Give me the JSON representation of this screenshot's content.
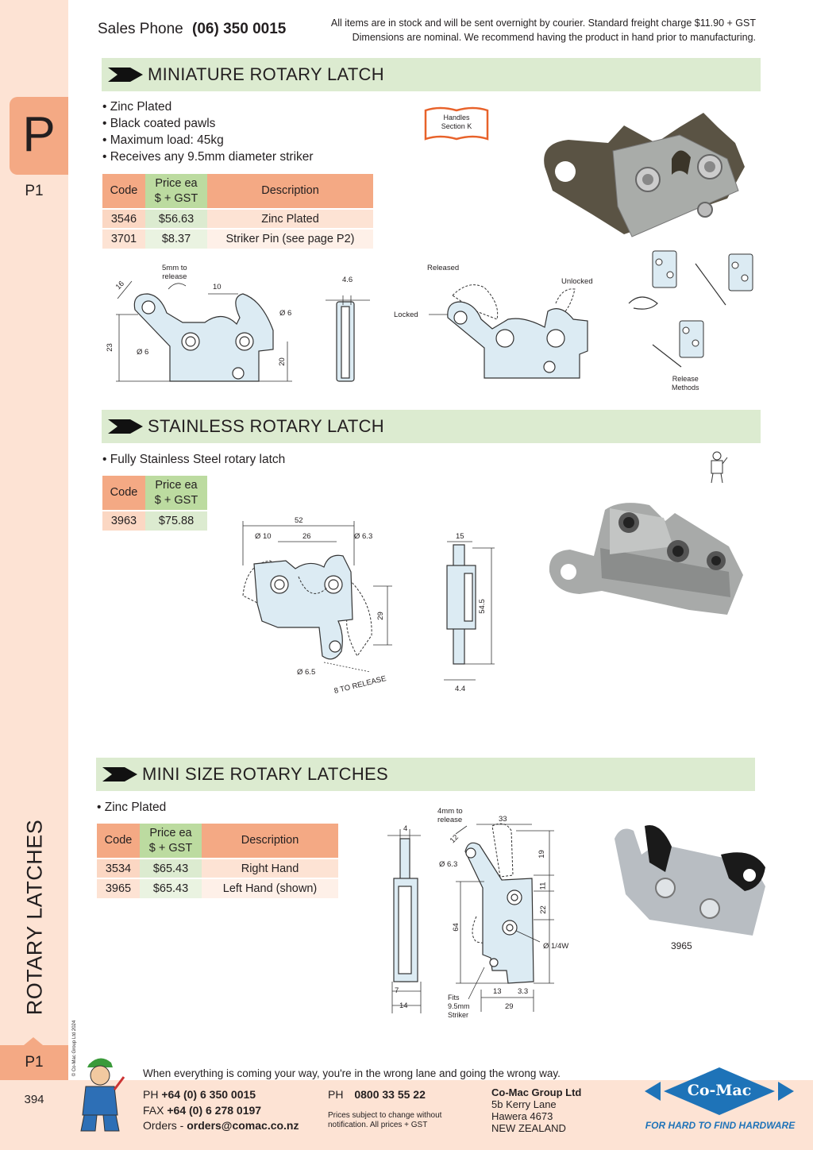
{
  "header": {
    "sales_phone_label": "Sales Phone",
    "sales_phone_number": "(06) 350 0015",
    "notice_line1": "All items are in stock and will be sent overnight by courier. Standard freight charge $11.90 + GST",
    "notice_line2": "Dimensions are nominal. We recommend having the product in hand prior to manufacturing."
  },
  "sidebar": {
    "tab_letter": "P",
    "section_code_top": "P1",
    "category": "ROTARY LATCHES",
    "section_code_bottom": "P1",
    "page_number": "394",
    "copyright": "© Co-Mac Group Ltd 2024"
  },
  "section1": {
    "title": "MINIATURE ROTARY LATCH",
    "bullets": [
      "• Zinc Plated",
      "• Black coated pawls",
      "• Maximum load: 45kg",
      "• Receives any 9.5mm diameter striker"
    ],
    "handles_badge_line1": "Handles",
    "handles_badge_line2": "Section K",
    "table": {
      "headers": {
        "code": "Code",
        "price_line1": "Price ea",
        "price_line2": "$ + GST",
        "description": "Description"
      },
      "rows": [
        {
          "code": "3546",
          "price": "$56.63",
          "description": "Zinc Plated"
        },
        {
          "code": "3701",
          "price": "$8.37",
          "description": "Striker Pin (see page P2)"
        }
      ]
    },
    "diagram_labels": {
      "release_note_line1": "5mm to",
      "release_note_line2": "release",
      "dim_16": "16",
      "dim_10": "10",
      "dim_4_6": "4.6",
      "dim_23": "23",
      "dim_20": "20",
      "dia_6_left": "Ø 6",
      "dia_6_right": "Ø 6",
      "released": "Released",
      "unlocked": "Unlocked",
      "locked": "Locked",
      "release_methods_line1": "Release",
      "release_methods_line2": "Methods"
    }
  },
  "section2": {
    "title": "STAINLESS ROTARY LATCH",
    "bullets": [
      "• Fully Stainless Steel rotary latch"
    ],
    "table": {
      "headers": {
        "code": "Code",
        "price_line1": "Price ea",
        "price_line2": "$ + GST"
      },
      "rows": [
        {
          "code": "3963",
          "price": "$75.88"
        }
      ]
    },
    "diagram_labels": {
      "dim_52": "52",
      "dia_10": "Ø 10",
      "dim_26": "26",
      "dia_6_3": "Ø 6.3",
      "dim_29": "29",
      "dia_6_5": "Ø 6.5",
      "release_note": "8 TO RELEASE",
      "dim_15": "15",
      "dim_54_5": "54.5",
      "dim_4_4": "4.4"
    }
  },
  "section3": {
    "title": "MINI SIZE ROTARY LATCHES",
    "bullets": [
      "• Zinc Plated"
    ],
    "table": {
      "headers": {
        "code": "Code",
        "price_line1": "Price ea",
        "price_line2": "$ + GST",
        "description": "Description"
      },
      "rows": [
        {
          "code": "3534",
          "price": "$65.43",
          "description": "Right Hand"
        },
        {
          "code": "3965",
          "price": "$65.43",
          "description": "Left Hand (shown)"
        }
      ]
    },
    "diagram_labels": {
      "release_note_line1": "4mm to",
      "release_note_line2": "release",
      "dim_33": "33",
      "dim_4": "4",
      "dim_12": "12",
      "dia_6_3": "Ø 6.3",
      "dim_19": "19",
      "dim_11": "11",
      "dim_22": "22",
      "dim_64": "64",
      "dia_quarter": "Ø 1/4W",
      "dim_7": "7",
      "dim_14": "14",
      "dim_13": "13",
      "dim_3_3": "3.3",
      "dim_29": "29",
      "striker_line1": "Fits",
      "striker_line2": "9.5mm",
      "striker_line3": "Striker"
    },
    "photo_caption": "3965"
  },
  "footer": {
    "quote": "When everything is coming your way, you're in the wrong lane and going the wrong way.",
    "ph_label": "PH",
    "ph_number": "+64 (0) 6 350 0015",
    "fax_label": "FAX",
    "fax_number": "+64 (0) 6 278 0197",
    "orders_label": "Orders -",
    "orders_email": "orders@comac.co.nz",
    "ph2_label": "PH",
    "ph2_number": "0800 33 55 22",
    "prices_note_line1": "Prices subject to change without",
    "prices_note_line2": "notification. All prices + GST",
    "company": "Co-Mac Group Ltd",
    "address_line1": "5b Kerry Lane",
    "address_line2": "Hawera 4673",
    "address_line3": "NEW ZEALAND",
    "logo_text": "Co-Mac",
    "tagline": "FOR HARD TO FIND HARDWARE"
  },
  "colors": {
    "sidebar": "#fde3d4",
    "tab": "#f4a984",
    "section_bar": "#dcebd0",
    "price_header": "#bcdba0",
    "diagram_fill": "#dcebf3",
    "logo_blue": "#1e73b8"
  }
}
